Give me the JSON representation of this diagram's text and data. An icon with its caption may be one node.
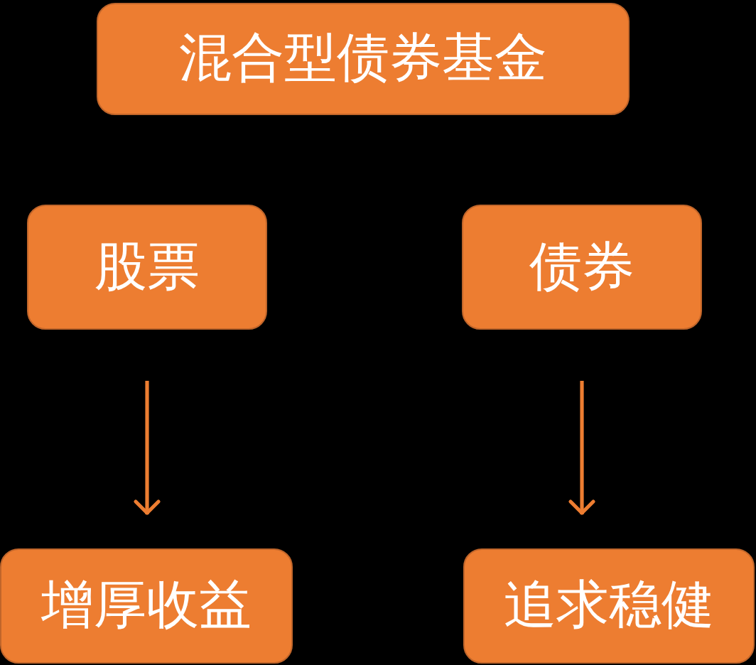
{
  "diagram": {
    "nodes": [
      {
        "text": [
          "混合型债券基金"
        ]
      },
      {
        "text": [
          "股票"
        ]
      },
      {
        "text": [
          "债券"
        ]
      },
      {
        "text": [
          "增厚收益"
        ]
      },
      {
        "text": [
          "追求稳健"
        ]
      }
    ],
    "edges": [
      {
        "from": 1,
        "to": 3,
        "arrow": "to"
      },
      {
        "from": 2,
        "to": 4,
        "arrow": "to"
      }
    ]
  }
}
